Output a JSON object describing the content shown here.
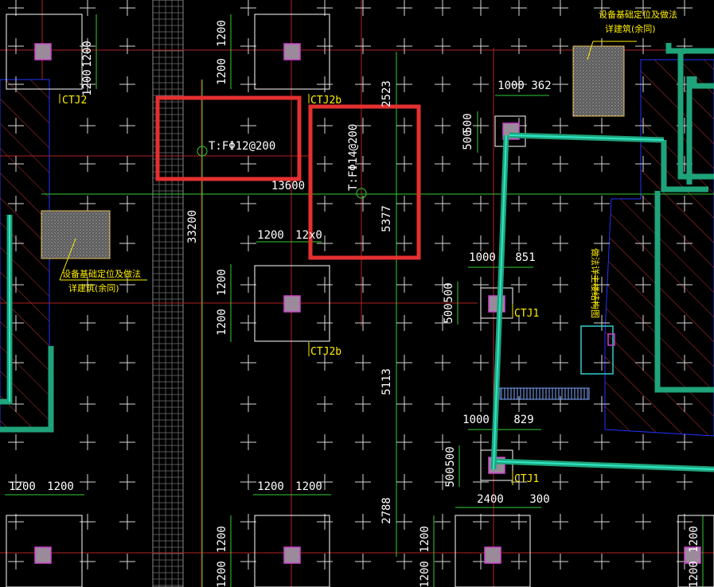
{
  "colors": {
    "background": "#000000",
    "grid_cross": "#d8d8d8",
    "axis_red": "#b22222",
    "dim_green": "#33cc33",
    "label_yellow": "#ffee00",
    "wall_teal": "#1fa37a",
    "wall_cyan": "#2ee6c9",
    "footing_white": "#ffffff",
    "column_magenta": "#cc44cc",
    "column_fill": "#9a8a9a",
    "highlight_red": "#e53030",
    "hatch_red": "#c0392b",
    "boundary_blue": "#2233ff",
    "equipment_yellow": "#e8c15a"
  },
  "dimensions": {
    "d1200_a": "1200",
    "d1200_b": "1200",
    "d1200_c": "1200",
    "d1200_d": "1200",
    "d1200_e": "1200",
    "d1200_f": "1200",
    "d1200_g": "1200",
    "d1200_h": "1200",
    "d1200_i": "1200",
    "d1200_j": "1200",
    "d1200_k": "1200",
    "d1200_l": "1200",
    "d1200_m": "1200",
    "d1200_n": "1200",
    "d12x0": "12x0",
    "d2523": "2523",
    "d1000_a": "1000",
    "d362": "362",
    "d500_a": "500",
    "d500_b": "500",
    "d500_c": "500",
    "d500_d": "500",
    "d500_e": "500",
    "d500_f": "500",
    "d13600": "13600",
    "d33200": "33200",
    "d5377": "5377",
    "d1000_b": "1000",
    "d851": "851",
    "d5113": "5113",
    "d1000_c": "1000",
    "d829": "829",
    "d2788": "2788",
    "d2400": "2400",
    "d300": "300"
  },
  "labels": {
    "ctj2_a": "CTJ2",
    "ctj2b_a": "CTJ2b",
    "ctj2b_b": "CTJ2b",
    "ctj1_a": "CTJ1",
    "ctj1_b": "CTJ1",
    "rebar_12": "T:FΦ12@200",
    "rebar_14": "T:FΦ14@200",
    "equip_note_a_line1": "设备基础定位及做法",
    "equip_note_a_line2": "详建筑(余同)",
    "equip_note_b_line1": "设备基础定位及做法",
    "equip_note_b_line2": "详建筑(余同)",
    "vertical_note": "做法详主楼结构图"
  }
}
